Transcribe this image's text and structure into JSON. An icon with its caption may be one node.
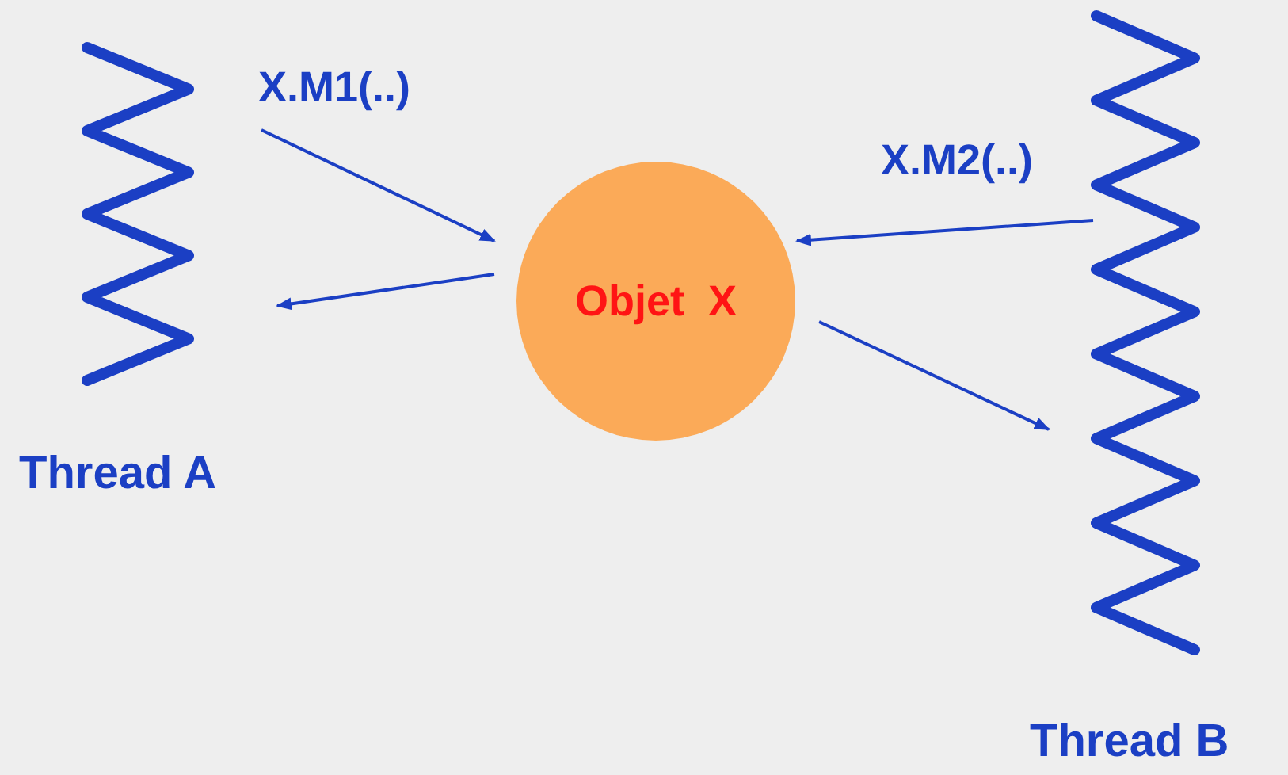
{
  "diagram": {
    "nodes": [
      {
        "text": [
          "Thread A"
        ]
      },
      {
        "text": [
          "Objet X"
        ]
      },
      {
        "text": [
          "Thread B"
        ]
      }
    ],
    "edges": [
      {
        "from": 0,
        "to": 1,
        "arrow": "to",
        "label": "X.M1(..)"
      },
      {
        "from": 1,
        "to": 0,
        "arrow": "to"
      },
      {
        "from": 2,
        "to": 1,
        "arrow": "to",
        "label": "X.M2(..)"
      },
      {
        "from": 1,
        "to": 2,
        "arrow": "to"
      }
    ]
  }
}
